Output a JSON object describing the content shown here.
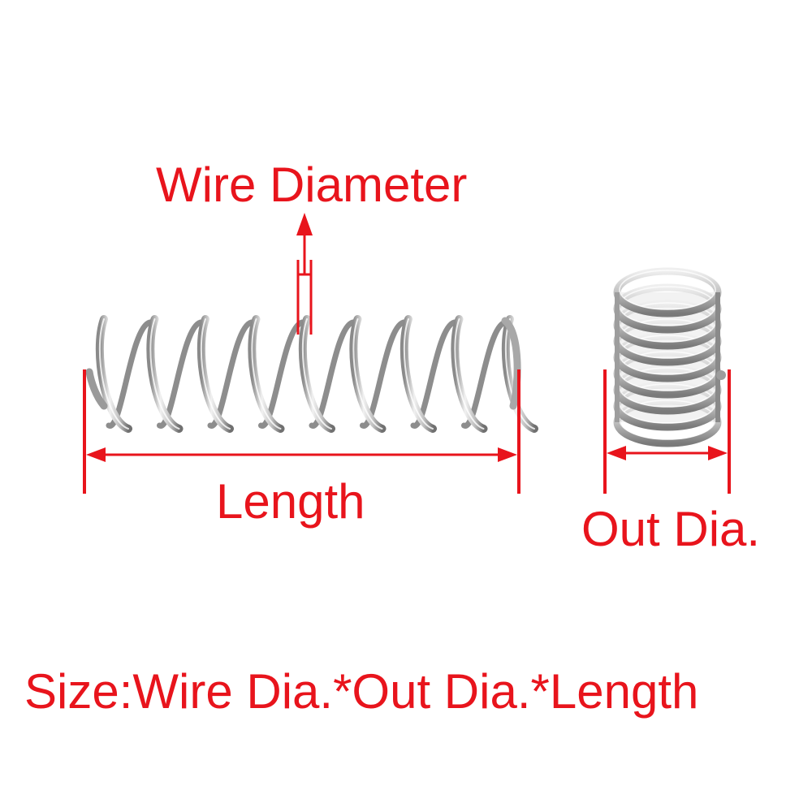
{
  "labels": {
    "wire_diameter": "Wire Diameter",
    "length": "Length",
    "out_dia": "Out Dia.",
    "size_formula": "Size:Wire Dia.*Out Dia.*Length"
  },
  "colors": {
    "annotation": "#e8141c",
    "background": "#ffffff",
    "steel_highlight": "#f4f4f4",
    "steel_mid": "#b9b9b9",
    "steel_dark": "#6f6f6f"
  },
  "objects": {
    "long_spring": {
      "coils": 9,
      "material": "stainless steel"
    },
    "short_spring": {
      "coils": 9,
      "material": "stainless steel"
    }
  }
}
